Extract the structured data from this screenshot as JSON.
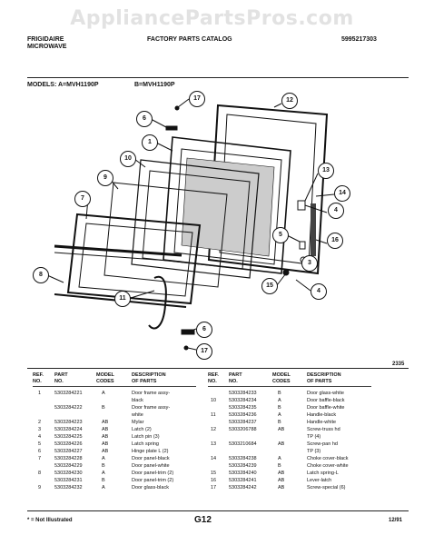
{
  "watermark": "AppliancePartsPros.com",
  "header": {
    "brand_line1": "FRIGIDAIRE",
    "brand_line2": "MICROWAVE",
    "catalog_title": "FACTORY PARTS CATALOG",
    "catalog_number": "5995217303"
  },
  "models_line": {
    "label": "MODELS: A=",
    "model_a": "MVH1190P",
    "model_b": "B=MVH1190P"
  },
  "diagram_number": "2335",
  "callouts": [
    "17",
    "12",
    "6",
    "1",
    "10",
    "9",
    "7",
    "13",
    "14",
    "4",
    "5",
    "16",
    "3",
    "8",
    "15",
    "4",
    "11",
    "6",
    "17"
  ],
  "table_headers": {
    "ref": "REF.",
    "no": "NO.",
    "part": "PART",
    "part_no": "NO.",
    "model": "MODEL",
    "codes": "CODES",
    "description": "DESCRIPTION",
    "of_parts": "OF PARTS"
  },
  "left_parts": [
    {
      "ref": "1",
      "part": "5303284221",
      "code": "A",
      "desc": "Door frame assy-"
    },
    {
      "ref": "",
      "part": "",
      "code": "",
      "desc": "black"
    },
    {
      "ref": "",
      "part": "5303284222",
      "code": "B",
      "desc": "Door frame assy-"
    },
    {
      "ref": "",
      "part": "",
      "code": "",
      "desc": "white"
    },
    {
      "ref": "2",
      "part": "5303284223",
      "code": "AB",
      "desc": "Mylar"
    },
    {
      "ref": "3",
      "part": "5303284224",
      "code": "AB",
      "desc": "Latch (2)"
    },
    {
      "ref": "4",
      "part": "5303284225",
      "code": "AB",
      "desc": "Latch pin (3)"
    },
    {
      "ref": "5",
      "part": "5303284226",
      "code": "AB",
      "desc": "Latch spring"
    },
    {
      "ref": "6",
      "part": "5303284227",
      "code": "AB",
      "desc": "Hinge plate L (2)"
    },
    {
      "ref": "7",
      "part": "5303284228",
      "code": "A",
      "desc": "Door panel-black"
    },
    {
      "ref": "",
      "part": "5303284229",
      "code": "B",
      "desc": "Door panel-white"
    },
    {
      "ref": "8",
      "part": "5303284230",
      "code": "A",
      "desc": "Door panel-trim (2)"
    },
    {
      "ref": "",
      "part": "5303284231",
      "code": "B",
      "desc": "Door panel-trim (2)"
    },
    {
      "ref": "9",
      "part": "5303284232",
      "code": "A",
      "desc": "Door glass-black"
    }
  ],
  "right_parts": [
    {
      "ref": "",
      "part": "5303284233",
      "code": "B",
      "desc": "Door glass-white"
    },
    {
      "ref": "10",
      "part": "5303284234",
      "code": "A",
      "desc": "Door baffle-black"
    },
    {
      "ref": "",
      "part": "5303284235",
      "code": "B",
      "desc": "Door baffle-white"
    },
    {
      "ref": "11",
      "part": "5303284236",
      "code": "A",
      "desc": "Handle-black"
    },
    {
      "ref": "",
      "part": "5303284237",
      "code": "B",
      "desc": "Handle-white"
    },
    {
      "ref": "12",
      "part": "5303206788",
      "code": "AB",
      "desc": "Screw-truss hd"
    },
    {
      "ref": "",
      "part": "",
      "code": "",
      "desc": "TP (4)"
    },
    {
      "ref": "13",
      "part": "5303210684",
      "code": "AB",
      "desc": "Screw-pan hd"
    },
    {
      "ref": "",
      "part": "",
      "code": "",
      "desc": "TP (3)"
    },
    {
      "ref": "14",
      "part": "5303284238",
      "code": "A",
      "desc": "Choke cover-black"
    },
    {
      "ref": "",
      "part": "5303284239",
      "code": "B",
      "desc": "Choke cover-white"
    },
    {
      "ref": "15",
      "part": "5303284240",
      "code": "AB",
      "desc": "Latch spring-L"
    },
    {
      "ref": "16",
      "part": "5303284241",
      "code": "AB",
      "desc": "Lever-latch"
    },
    {
      "ref": "17",
      "part": "5303284242",
      "code": "AB",
      "desc": "Screw-special (6)"
    }
  ],
  "footer": {
    "note": "* = Not Illustrated",
    "page": "G12",
    "date": "12/91"
  }
}
